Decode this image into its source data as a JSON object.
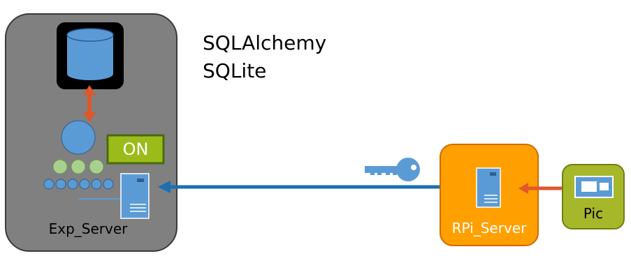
{
  "annotations": {
    "line1": "SQLAlchemy",
    "line2": "SQLite"
  },
  "exp_server": {
    "label": "Exp_Server",
    "status": "ON"
  },
  "rpi_server": {
    "label": "RPi_Server"
  },
  "pic": {
    "label": "Pic"
  },
  "icons": {
    "database": "database-icon",
    "network": "network-hierarchy-icon",
    "server": "server-tower-icon",
    "key": "key-icon",
    "camera": "camera-board-icon"
  },
  "colors": {
    "exp_box": "#808080",
    "rpi_box": "#ffa000",
    "pic_box": "#a6b82a",
    "status_badge": "#9bbb1a",
    "db_fill": "#5b9bd5",
    "blue_arrow": "#1a6fb5",
    "orange_arrow": "#e0572a",
    "green_nodes": "#a9d18e"
  }
}
